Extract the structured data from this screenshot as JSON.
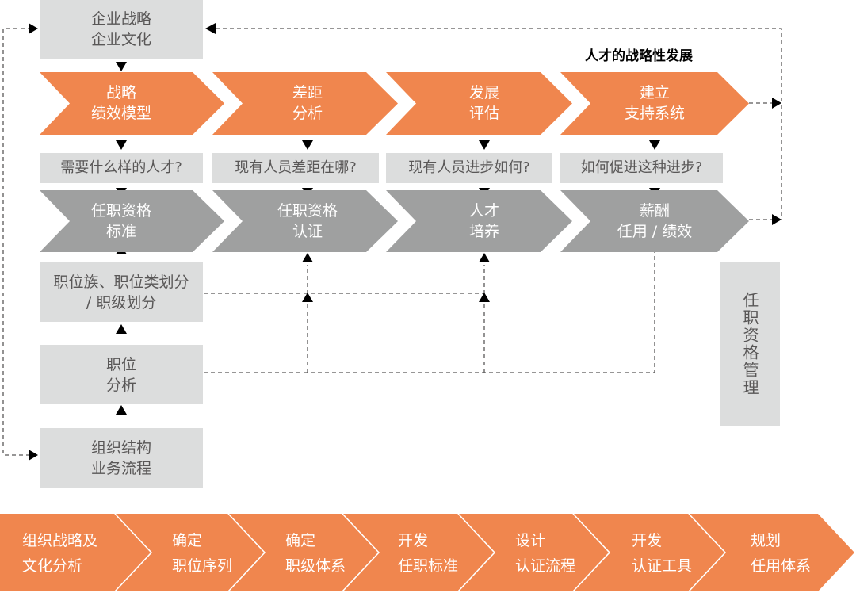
{
  "colors": {
    "orange": "#f0864e",
    "gray_chevron": "#9fa0a0",
    "box_fill": "#dcdddd",
    "box_text": "#595757",
    "connector": "#595757",
    "arrow": "#000000",
    "white_text": "#ffffff"
  },
  "title": "人才的战略性发展",
  "left_column": {
    "strategy_box": "企业战略\n企业文化",
    "job_family_box": "职位族、职位类划分\n/ 职级划分",
    "job_analysis_box": "职位\n分析",
    "org_box": "组织结构\n业务流程"
  },
  "orange_row": [
    {
      "line1": "战略",
      "line2": "绩效模型"
    },
    {
      "line1": "差距",
      "line2": "分析"
    },
    {
      "line1": "发展",
      "line2": "评估"
    },
    {
      "line1": "建立",
      "line2": "支持系统"
    }
  ],
  "questions": [
    "需要什么样的人才?",
    "现有人员差距在哪?",
    "现有人员进步如何?",
    "如何促进这种进步?"
  ],
  "gray_row": [
    {
      "line1": "任职资格",
      "line2": "标准"
    },
    {
      "line1": "任职资格",
      "line2": "认证"
    },
    {
      "line1": "人才",
      "line2": "培养"
    },
    {
      "line1": "薪酬",
      "line2": "任用 / 绩效"
    }
  ],
  "side_label": "任职资格管理",
  "bottom_steps": [
    {
      "line1": "组织战略及",
      "line2": "文化分析"
    },
    {
      "line1": "确定",
      "line2": "职位序列"
    },
    {
      "line1": "确定",
      "line2": "职级体系"
    },
    {
      "line1": "开发",
      "line2": "任职标准"
    },
    {
      "line1": "设计",
      "line2": "认证流程"
    },
    {
      "line1": "开发",
      "line2": "认证工具"
    },
    {
      "line1": "规划",
      "line2": "任用体系"
    }
  ]
}
